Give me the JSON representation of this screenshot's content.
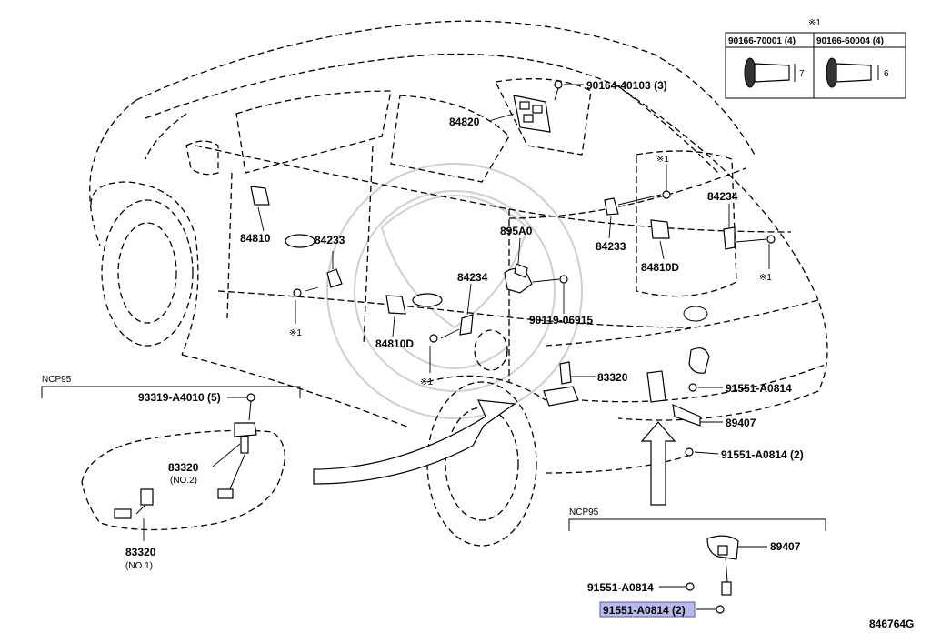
{
  "legend": {
    "mark": "※1",
    "col1_part": "90166-70001 (4)",
    "col2_part": "90166-60004 (4)",
    "col1_dim": "7",
    "col2_dim": "6"
  },
  "labels": {
    "p84820": "84820",
    "p90164": "90164-40103 (3)",
    "p84810": "84810",
    "p84233_left": "84233",
    "p895A0": "895A0",
    "p84233_mid": "84233",
    "p84234_right": "84234",
    "p84810D_right": "84810D",
    "p84234_mid": "84234",
    "p90119": "90119-06915",
    "p84810D_mid": "84810D",
    "p83320": "83320",
    "p91551_a": "91551-A0814",
    "p89407": "89407",
    "p91551_b": "91551-A0814 (2)",
    "mark_a": "※1",
    "mark_b": "※1",
    "mark_c": "※1",
    "mark_d": "※1"
  },
  "inset_left": {
    "title": "NCP95",
    "p93319": "93319-A4010 (5)",
    "p83320_no2": "83320",
    "no2": "(NO.2)",
    "p83320_no1": "83320",
    "no1": "(NO.1)"
  },
  "inset_right": {
    "title": "NCP95",
    "p89407": "89407",
    "p91551_a": "91551-A0814",
    "p91551_b": "91551-A0814 (2)"
  },
  "highlight_color": "#b9b9ec",
  "figure_id": "846764G"
}
